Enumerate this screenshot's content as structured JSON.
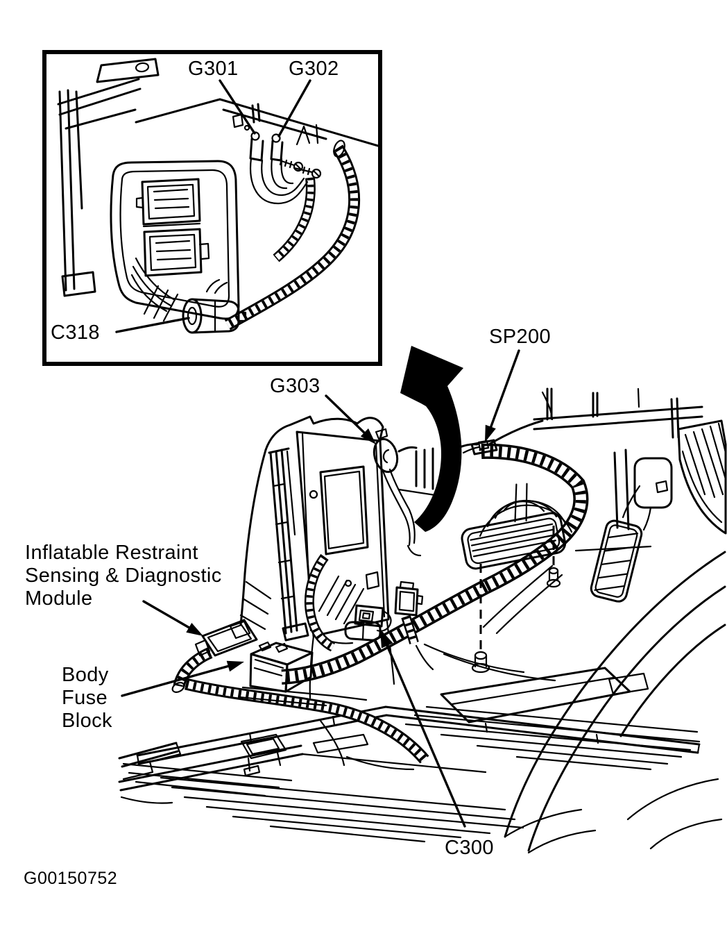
{
  "diagram": {
    "figure_id": "G00150752",
    "colors": {
      "background": "#ffffff",
      "line": "#000000"
    },
    "inset": {
      "labels": {
        "g301": "G301",
        "g302": "G302",
        "c318": "C318"
      }
    },
    "main": {
      "labels": {
        "g303": "G303",
        "sp200": "SP200",
        "c300": "C300",
        "sdm_module": [
          "Inflatable Restraint",
          "Sensing & Diagnostic",
          "Module"
        ],
        "body_fuse_block": [
          "Body",
          "Fuse",
          "Block"
        ]
      }
    }
  }
}
